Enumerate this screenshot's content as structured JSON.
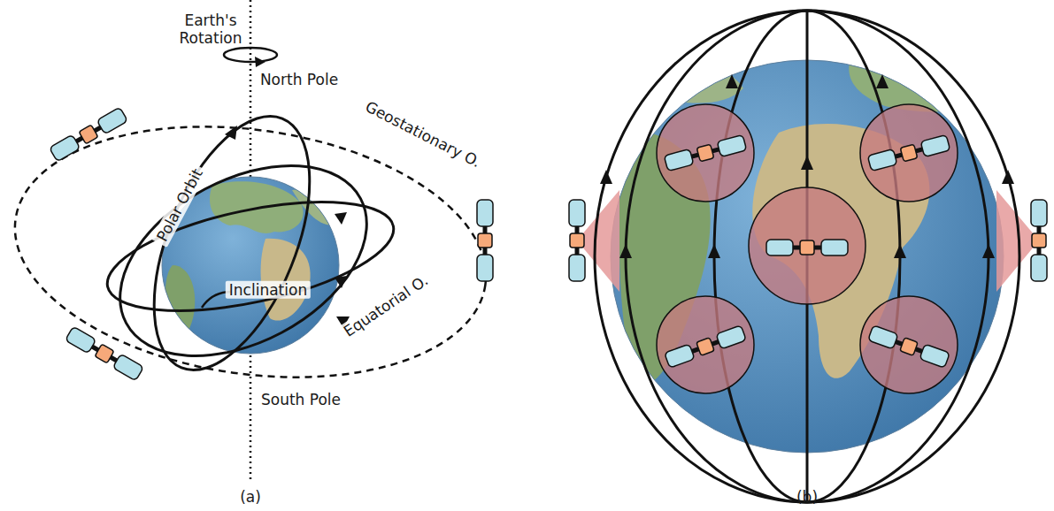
{
  "diagram": {
    "labels": [
      "Earth's Rotation",
      "North Pole",
      "Geostationary O.",
      "Polar Orbit",
      "Inclination",
      "Equatorial O.",
      "South Pole",
      "(a)",
      "(b)"
    ]
  }
}
